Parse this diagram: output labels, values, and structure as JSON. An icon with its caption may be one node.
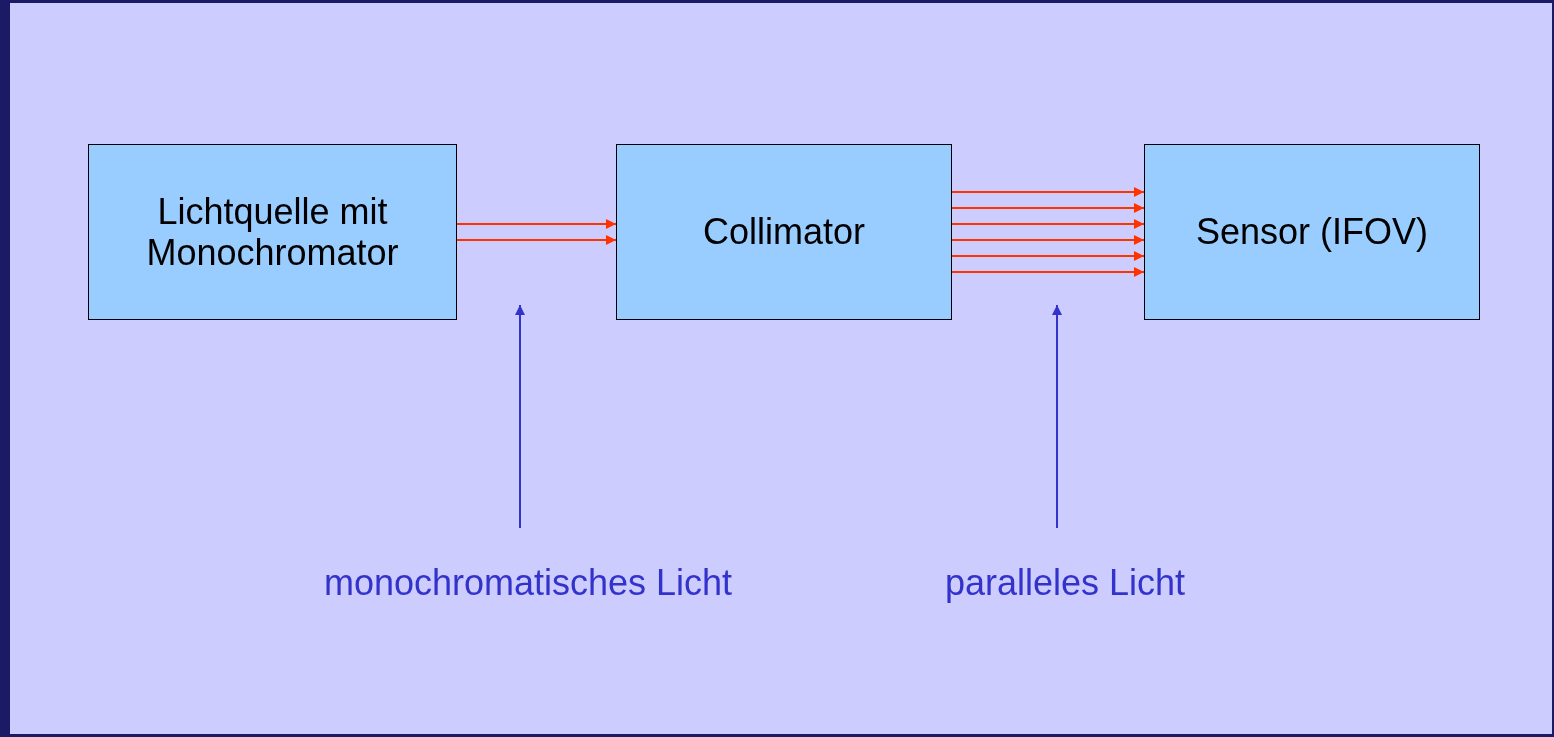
{
  "diagram": {
    "nodes": [
      {
        "text": [
          "Lichtquelle mit Monochromator"
        ]
      },
      {
        "text": [
          "Collimator"
        ]
      },
      {
        "text": [
          "Sensor (IFOV)"
        ]
      },
      {
        "text": [
          "monochromatisches Licht"
        ]
      },
      {
        "text": [
          "paralleles Licht"
        ]
      }
    ],
    "edges": [
      {
        "from": 0,
        "to": 1,
        "arrow": "to"
      },
      {
        "from": 0,
        "to": 1,
        "arrow": "to"
      },
      {
        "from": 1,
        "to": 2,
        "arrow": "to"
      },
      {
        "from": 1,
        "to": 2,
        "arrow": "to"
      },
      {
        "from": 1,
        "to": 2,
        "arrow": "to"
      },
      {
        "from": 1,
        "to": 2,
        "arrow": "to"
      },
      {
        "from": 1,
        "to": 2,
        "arrow": "to"
      },
      {
        "from": 1,
        "to": 2,
        "arrow": "to"
      },
      {
        "from": 3,
        "to": null,
        "arrow": "to",
        "color": "#3333cc"
      },
      {
        "from": 4,
        "to": null,
        "arrow": "to",
        "color": "#3333cc"
      }
    ]
  }
}
